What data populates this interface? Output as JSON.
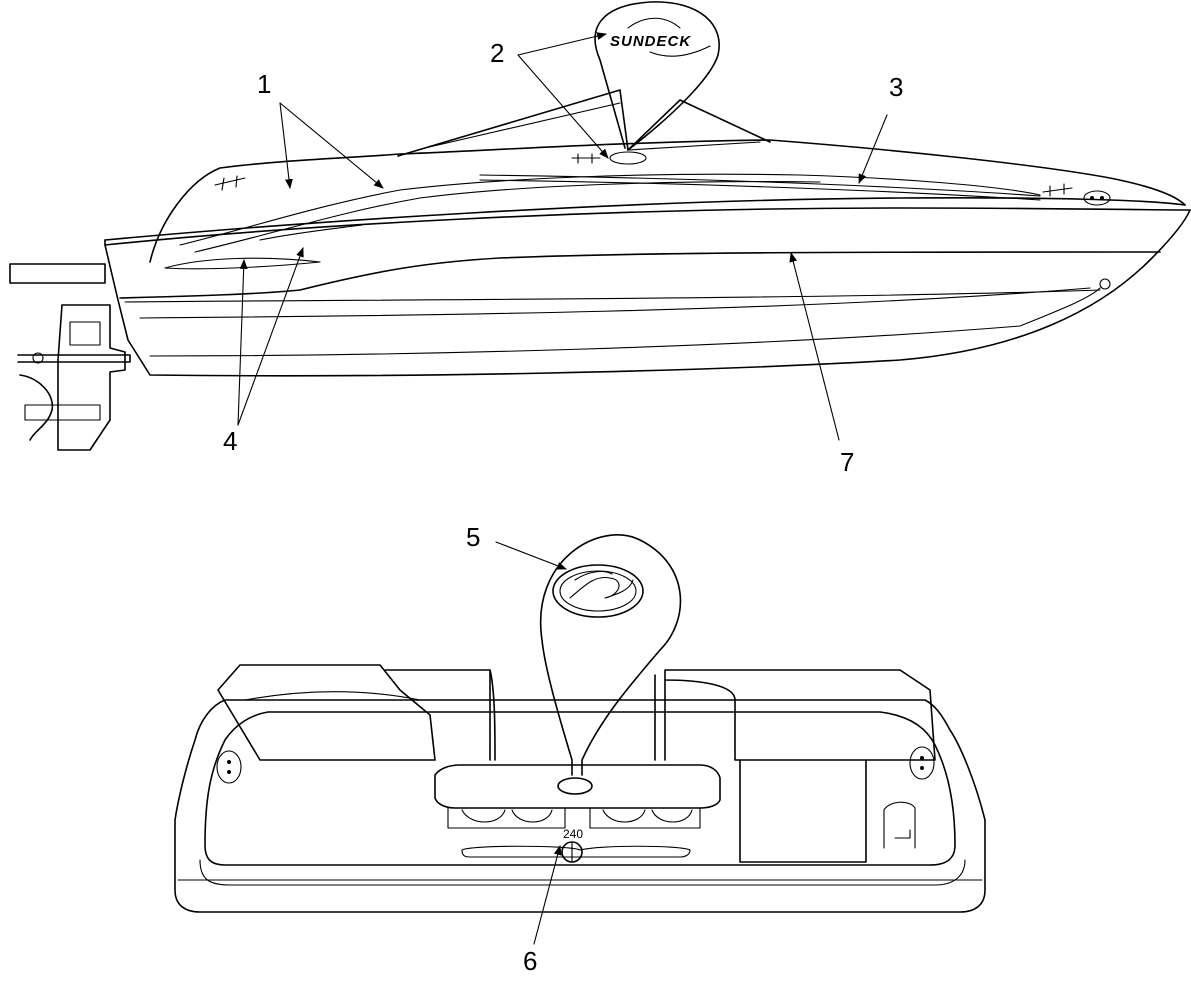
{
  "callouts": [
    {
      "id": "c1",
      "label": "1"
    },
    {
      "id": "c2",
      "label": "2"
    },
    {
      "id": "c3",
      "label": "3"
    },
    {
      "id": "c4",
      "label": "4"
    },
    {
      "id": "c5",
      "label": "5"
    },
    {
      "id": "c6",
      "label": "6"
    },
    {
      "id": "c7",
      "label": "7"
    }
  ],
  "sundeck_logo_text": "SUNDECK",
  "model_number_text": "240"
}
